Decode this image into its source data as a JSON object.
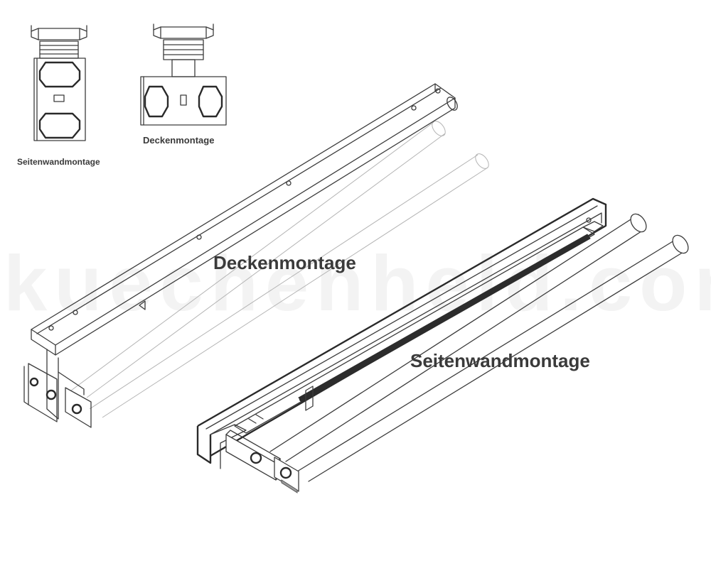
{
  "labels": {
    "side_wall_small": "Seitenwandmontage",
    "ceiling_small": "Deckenmontage",
    "ceiling_large": "Deckenmontage",
    "side_wall_large": "Seitenwandmontage"
  },
  "watermark": "kuechenheld.com"
}
